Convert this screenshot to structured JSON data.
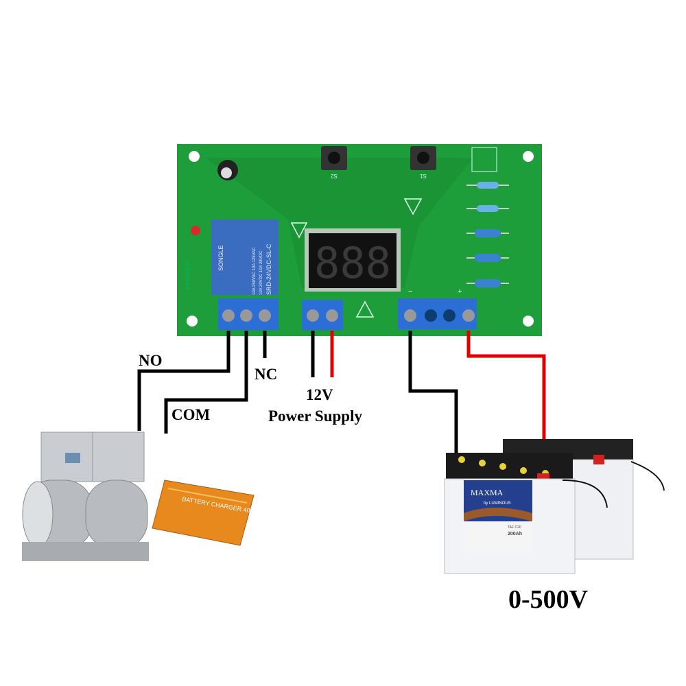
{
  "labels": {
    "no": "NO",
    "nc": "NC",
    "com": "COM",
    "voltage": "12V",
    "power_supply": "Power Supply",
    "range": "0-500V"
  },
  "board": {
    "display": "888",
    "relay_brand": "SONGLE",
    "relay_model": "SRD-24VDC-SL-C",
    "relay_rating_1": "10A 250VAC 10A 125VAC",
    "relay_rating_2": "10A 30VDC 10A 28VDC",
    "button_s1": "S1",
    "button_s2": "S2",
    "supply_text": "DC12V/24V",
    "minus": "−",
    "plus": "+"
  },
  "battery": {
    "brand": "MAXMA",
    "sub_brand": "by LUMINOUS",
    "model": "TAF C20",
    "capacity": "200Ah"
  },
  "charger": {
    "text": "BATTERY CHARGER 40A"
  },
  "colors": {
    "board": "#1e9e3a",
    "terminal": "#2a6ed6",
    "relay": "#3a6cc0",
    "wire_positive": "#e00000",
    "wire_negative": "#000000",
    "display_segment": "#3a3a3a"
  }
}
